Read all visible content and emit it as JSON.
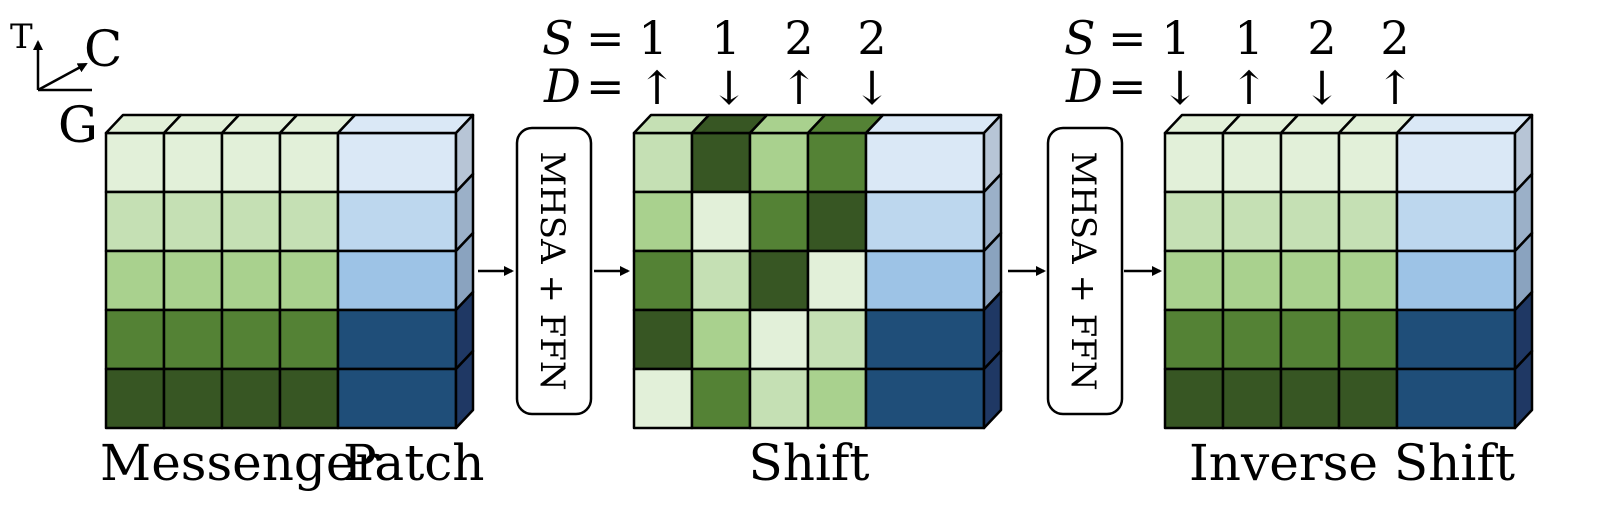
{
  "axes": {
    "t_label": "T",
    "c_label": "C",
    "g_label": "G"
  },
  "colors": {
    "green": [
      "#e2f0d9",
      "#c5e0b4",
      "#a9d18e",
      "#548235",
      "#375623"
    ],
    "blue": [
      "#dae8f6",
      "#bdd7ee",
      "#9dc3e6",
      "#1f4e79",
      "#1f4e79"
    ],
    "blue_side": "#8497b0",
    "dark_side": "#1f3864"
  },
  "blocks": [
    {
      "label_parts": [
        "Messenger",
        "Patch"
      ],
      "grid": [
        [
          0,
          0,
          0,
          0
        ],
        [
          1,
          1,
          1,
          1
        ],
        [
          2,
          2,
          2,
          2
        ],
        [
          3,
          3,
          3,
          3
        ],
        [
          4,
          4,
          4,
          4
        ]
      ],
      "top": [
        0,
        0,
        0,
        0
      ]
    },
    {
      "label": "Shift",
      "grid": [
        [
          1,
          4,
          2,
          3
        ],
        [
          2,
          0,
          3,
          4
        ],
        [
          3,
          1,
          4,
          0
        ],
        [
          4,
          2,
          0,
          1
        ],
        [
          0,
          3,
          1,
          2
        ]
      ],
      "top": [
        1,
        4,
        2,
        3
      ]
    },
    {
      "label": "Inverse Shift",
      "grid": [
        [
          0,
          0,
          0,
          0
        ],
        [
          1,
          1,
          1,
          1
        ],
        [
          2,
          2,
          2,
          2
        ],
        [
          3,
          3,
          3,
          3
        ],
        [
          4,
          4,
          4,
          4
        ]
      ],
      "top": [
        0,
        0,
        0,
        0
      ]
    }
  ],
  "operators": [
    {
      "text": "MHSA + FFN"
    },
    {
      "text": "MHSA + FFN"
    }
  ],
  "shift_params": [
    {
      "s_symbol": "S",
      "d_symbol": "D",
      "eq": "=",
      "s_values": [
        "1",
        "1",
        "2",
        "2"
      ],
      "d_values": [
        "↑",
        "↓",
        "↑",
        "↓"
      ]
    },
    {
      "s_symbol": "S",
      "d_symbol": "D",
      "eq": "=",
      "s_values": [
        "1",
        "1",
        "2",
        "2"
      ],
      "d_values": [
        "↓",
        "↑",
        "↓",
        "↑"
      ]
    }
  ]
}
